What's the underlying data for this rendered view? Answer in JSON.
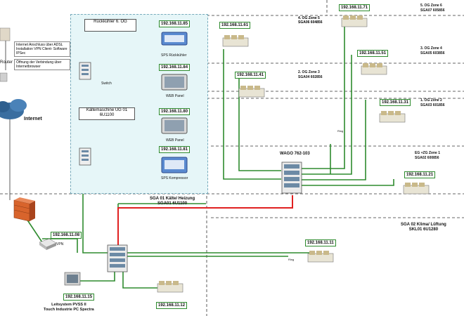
{
  "left": {
    "router_label": "Router",
    "internet_label": "Internet",
    "notes": [
      "Internet Anschluss über ADSL\nInstallation VPN Client-\nSoftware IPSec",
      "Öffnung der Verbindung über\nInternetbrowser"
    ]
  },
  "cyan_area": {
    "rueck_title": "Rückkühler\n6. OG",
    "rueck_ip": "192.168.11.85",
    "sps_rueck": "SPS Rückkühler",
    "web1_ip": "192.168.11.84",
    "web1": "WEB Panel",
    "switch_label": "Switch",
    "kaelte_title": "Kältemaschine UG 01\n6U1100",
    "kaelte_ip": "192.168.11.80",
    "web2": "WEB Panel",
    "sps_komp_ip": "192.168.11.81",
    "sps_komp": "SPS Kompressor"
  },
  "zones": [
    {
      "title": "5. OG Zone 6\nSGA07 605856",
      "ip": "192.168.11.71"
    },
    {
      "title": "4. OG Zone 5\nSGA06 604856",
      "ip": "192.168.11.61"
    },
    {
      "title": "3. OG Zone 4\nSGA05 603856",
      "ip": "192.168.11.51"
    },
    {
      "title": "2. OG Zone 3\nSGA04 602856",
      "ip": "192.168.11.41"
    },
    {
      "title": "1. OG Zone 2\nSGA03 601856",
      "ip": "192.168.11.31"
    },
    {
      "title": "EG +ZG Zone 1\nSGA02 600856",
      "ip": "192.168.11.21"
    }
  ],
  "wago": {
    "label": "WAGO 762-103",
    "ring": "Ring"
  },
  "sga01": "SGA 01 Kälte/ Heizung\nSGA01 6U1100",
  "sga02": {
    "title": "SGA 02 Klima/ Lüftung\nSKL01 6U1280",
    "ip": "192.168.11.11",
    "ring": "Ring"
  },
  "vpn": {
    "ip": "192.168.11.08",
    "label": "VPN"
  },
  "leitsystem": {
    "ip": "192.168.11.15",
    "label": "Leitsystem PVSS II\nTouch Industrie PC Spectra"
  },
  "bottom_plc_ip": "192.168.11.12",
  "colors": {
    "ethernet": "#2e8b2e",
    "ring_red": "#e02020",
    "ip_border": "#2e8b2e"
  }
}
